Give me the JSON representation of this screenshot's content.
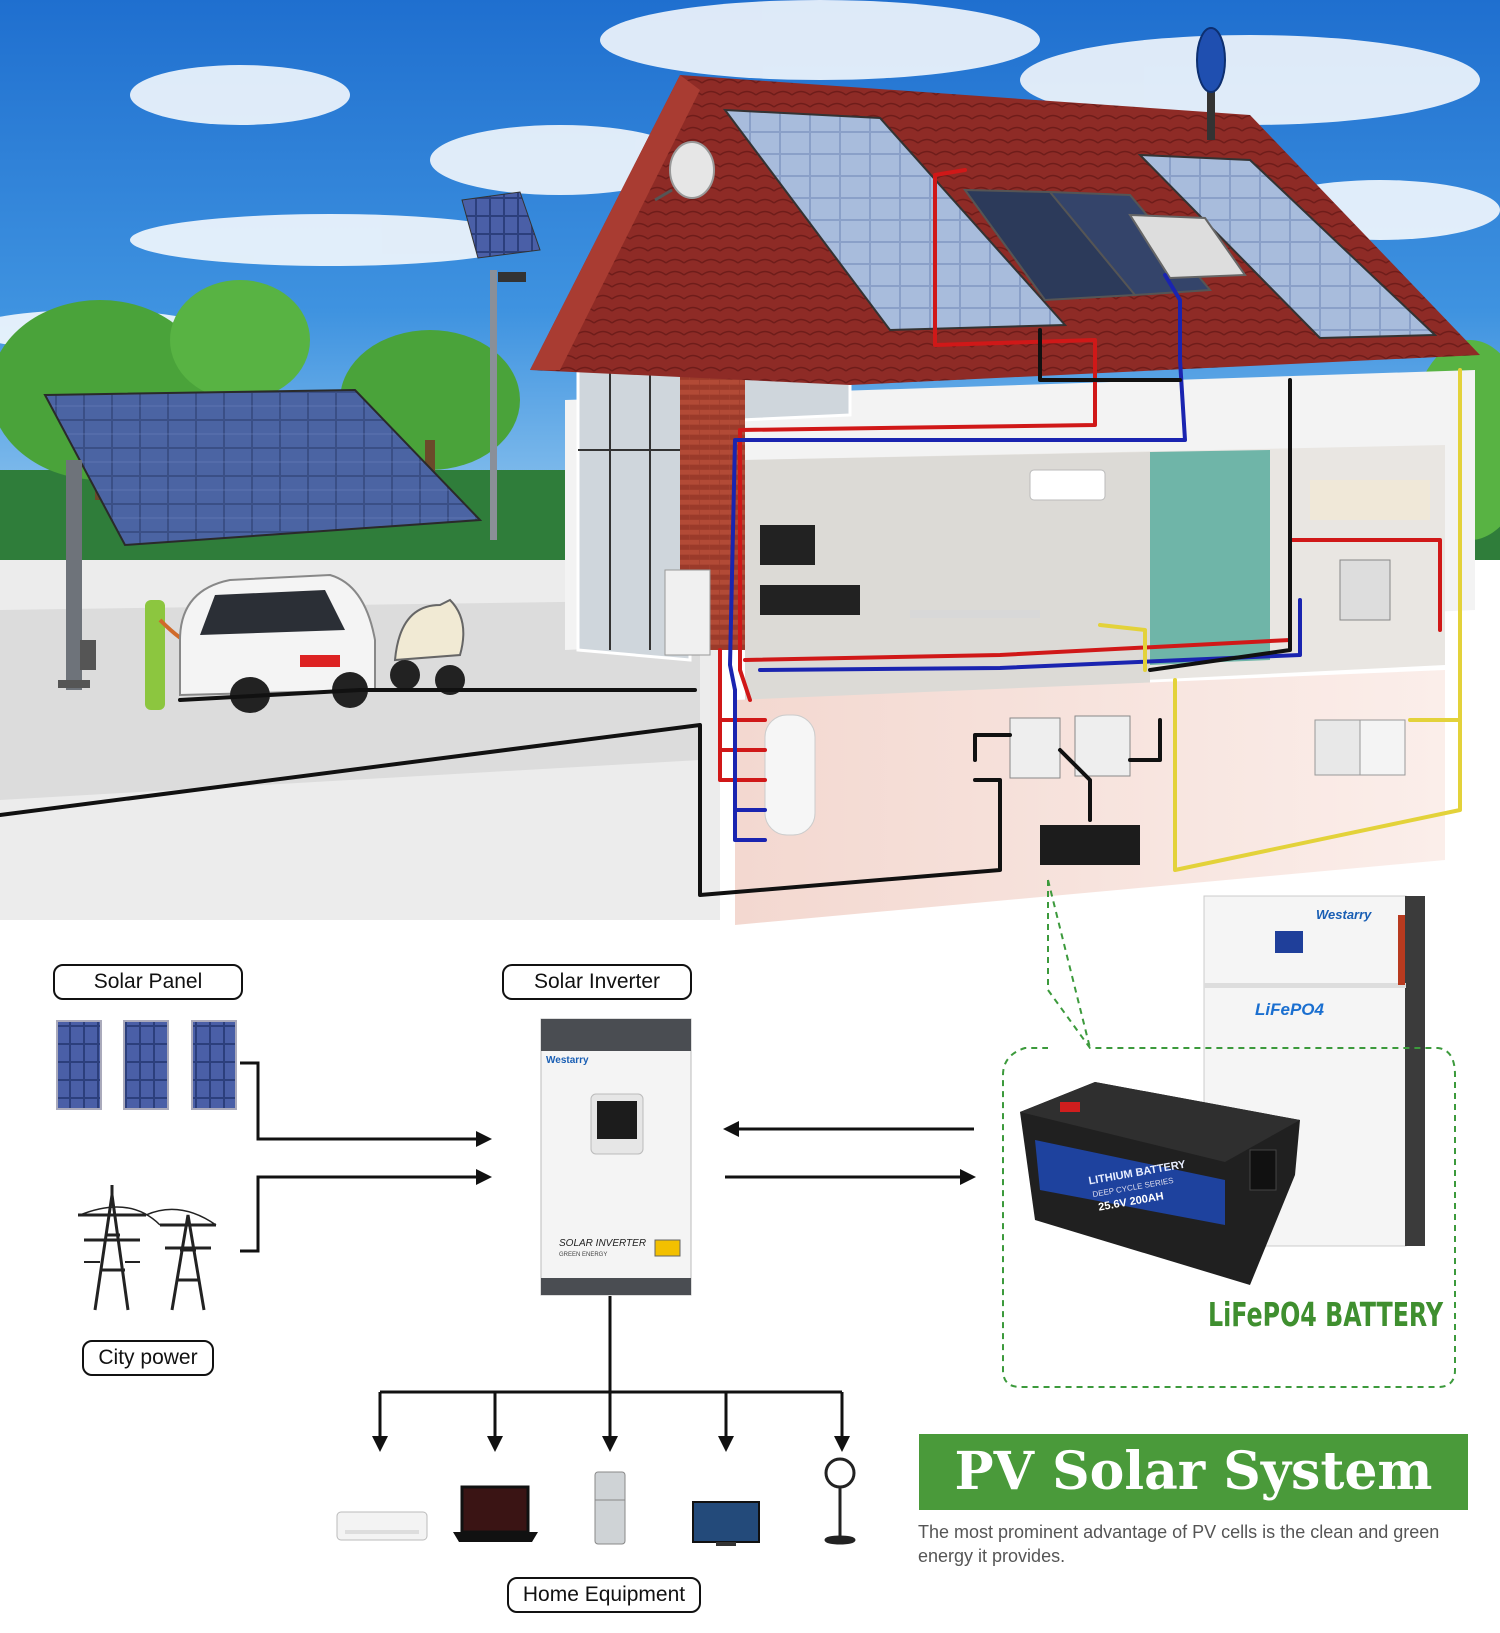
{
  "labels": {
    "solar_panel": "Solar Panel",
    "solar_inverter": "Solar Inverter",
    "city_power": "City power",
    "home_equipment": "Home Equipment"
  },
  "inverter": {
    "brand": "Westarry",
    "model_text": "SOLAR INVERTER",
    "sub_text": "GREEN ENERGY"
  },
  "battery": {
    "wall_brand": "Westarry",
    "wall_chem": "LiFePO4",
    "unit_text_1": "LITHIUM BATTERY",
    "unit_text_2": "DEEP CYCLE SERIES",
    "unit_text_3": "25.6V 200AH",
    "caption": "LiFePO4 BATTERY"
  },
  "headline": {
    "title": "PV Solar System",
    "description": "The most prominent advantage of PV cells is the clean and green energy it provides."
  },
  "colors": {
    "banner_green": "#4a9a3a",
    "battery_caption_green": "#3f8f2f",
    "dashed_green": "#3c9a3c",
    "pipe_red": "#d01818",
    "pipe_blue": "#1a24b0",
    "wire_yellow": "#e3d23a",
    "wire_black": "#111111"
  }
}
